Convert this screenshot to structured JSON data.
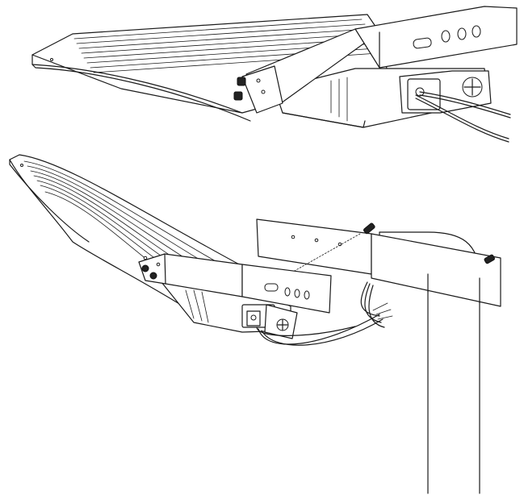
{
  "figure": {
    "views": [
      {
        "id": "top",
        "subject": "fixture-with-arm-mount"
      },
      {
        "id": "bottom",
        "subject": "fixture-mounted-to-pole"
      }
    ]
  }
}
